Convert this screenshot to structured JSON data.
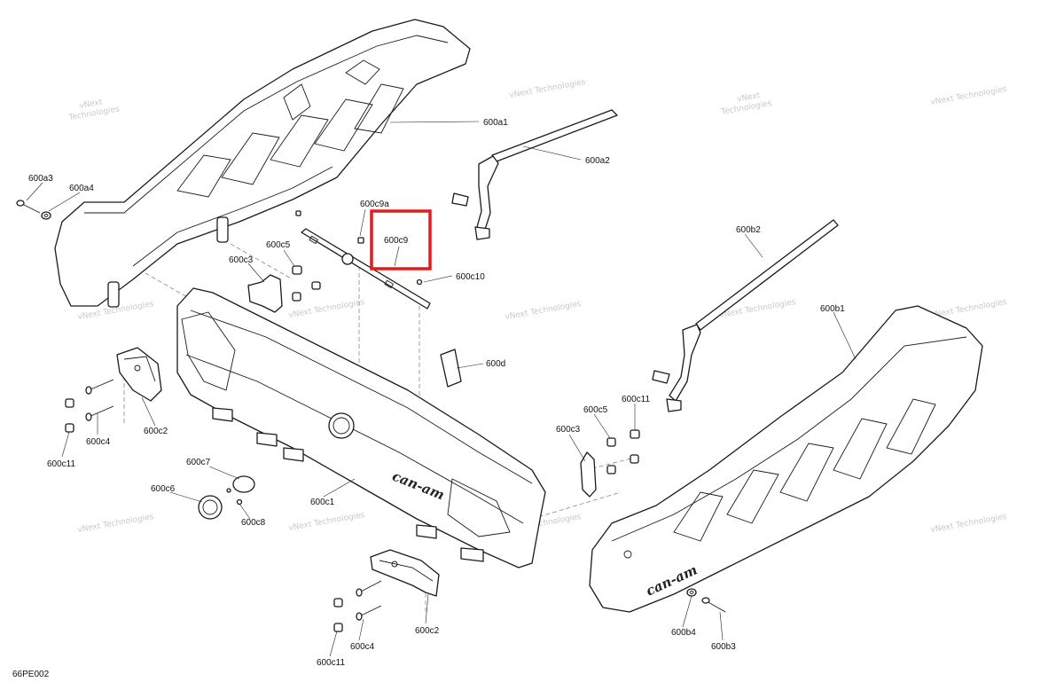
{
  "diagram": {
    "code": "66PE002",
    "highlight_label": "600c9",
    "callouts": {
      "600a1": "600a1",
      "600a2": "600a2",
      "600a3": "600a3",
      "600a4": "600a4",
      "600b1": "600b1",
      "600b2": "600b2",
      "600b3": "600b3",
      "600b4": "600b4",
      "600c1": "600c1",
      "600c2_upper": "600c2",
      "600c2_lower": "600c2",
      "600c3_left": "600c3",
      "600c3_right": "600c3",
      "600c4_upper": "600c4",
      "600c4_lower": "600c4",
      "600c5_left": "600c5",
      "600c5_right": "600c5",
      "600c6": "600c6",
      "600c7": "600c7",
      "600c8": "600c8",
      "600c9": "600c9",
      "600c9a": "600c9a",
      "600c10": "600c10",
      "600c11_upper": "600c11",
      "600c11_lower": "600c11",
      "600c11_right": "600c11",
      "600d": "600d"
    },
    "brand_text": "can-am",
    "watermark": {
      "line1": "vNext",
      "line2": "Technologies",
      "full": "vNext Technologies"
    },
    "colors": {
      "highlight": "#e21b1b",
      "watermark": "#c8c8c8",
      "line": "#1a1a1a"
    }
  }
}
